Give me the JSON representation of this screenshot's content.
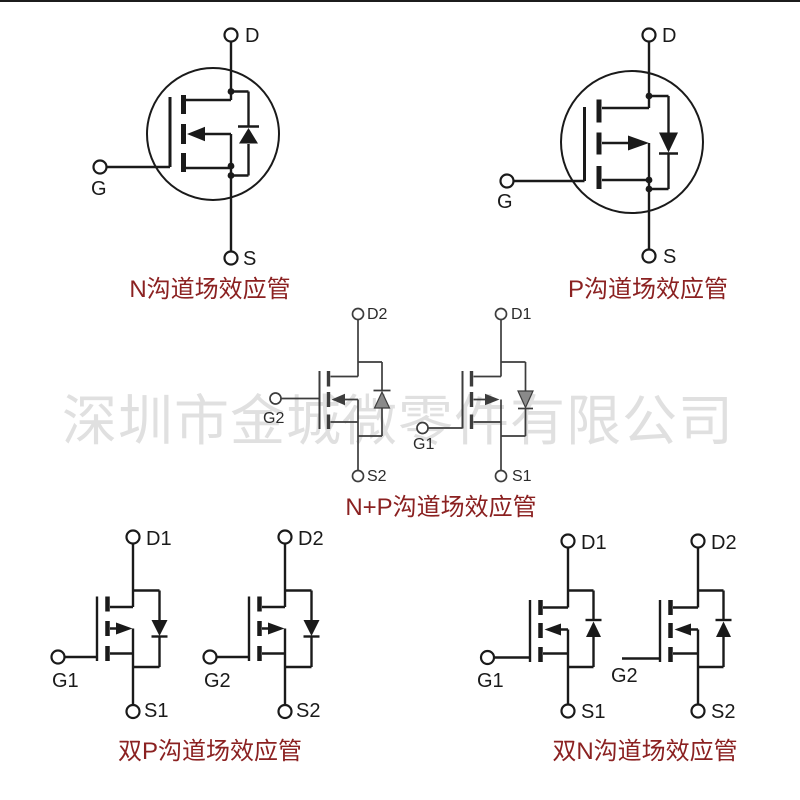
{
  "watermark": {
    "text": "深圳市金城微零件有限公司",
    "color": "#e0e0e0"
  },
  "colors": {
    "caption": "#8b2121",
    "line": "#1a1a1a",
    "line_light": "#3d3d3d",
    "background": "#ffffff"
  },
  "diagrams": {
    "n_channel": {
      "caption": "N沟道场效应管",
      "drain": "D",
      "gate": "G",
      "source": "S"
    },
    "p_channel": {
      "caption": "P沟道场效应管",
      "drain": "D",
      "gate": "G",
      "source": "S"
    },
    "n_plus_p": {
      "caption": "N+P沟道场效应管",
      "left": {
        "drain": "D2",
        "gate": "G2",
        "source": "S2"
      },
      "right": {
        "drain": "D1",
        "gate": "G1",
        "source": "S1"
      }
    },
    "dual_p": {
      "caption": "双P沟道场效应管",
      "left": {
        "drain": "D1",
        "gate": "G1",
        "source": "S1"
      },
      "right": {
        "drain": "D2",
        "gate": "G2",
        "source": "S2"
      }
    },
    "dual_n": {
      "caption": "双N沟道场效应管",
      "left": {
        "drain": "D1",
        "gate": "G1",
        "source": "S1"
      },
      "right": {
        "drain": "D2",
        "gate": "G2",
        "source": "S2"
      }
    }
  }
}
